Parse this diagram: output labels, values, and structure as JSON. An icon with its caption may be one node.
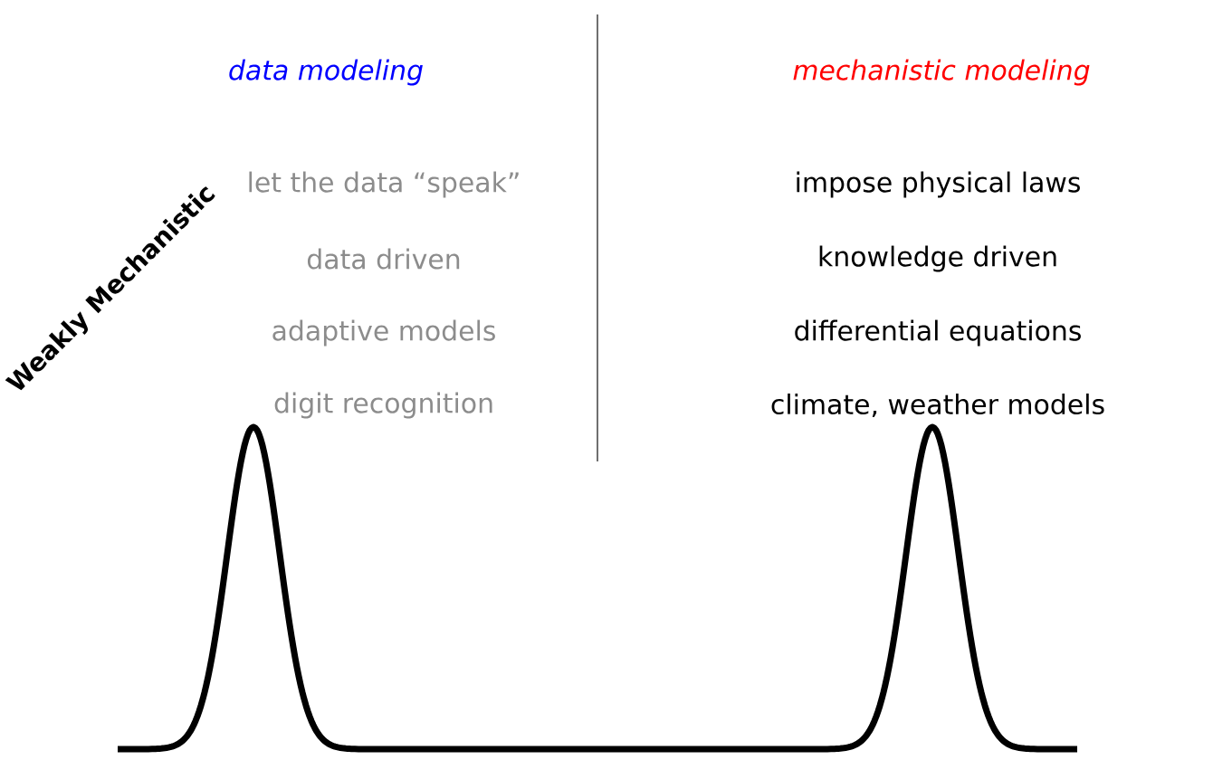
{
  "diagram": {
    "labels": [
      "data modeling",
      "mechanistic modeling",
      "Weakly Mechanistic",
      "let the data “speak”",
      "impose physical laws",
      "data driven",
      "knowledge driven",
      "adaptive models",
      "differential equations",
      "digit recognition",
      "climate, weather models"
    ]
  }
}
